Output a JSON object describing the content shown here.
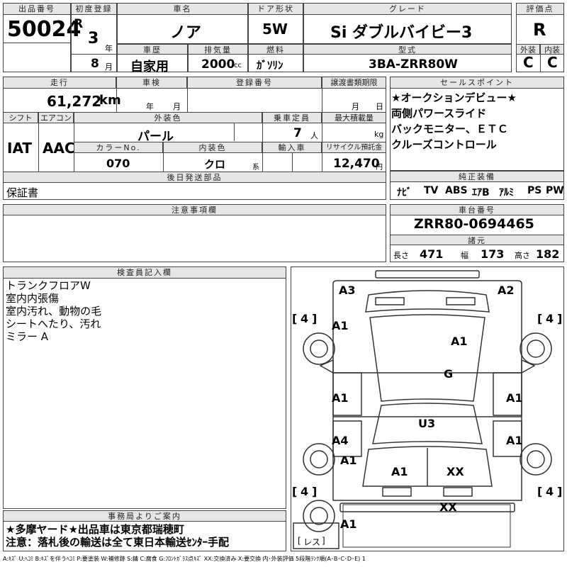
{
  "top": {
    "lot_label": "出品番号",
    "lot": "50024",
    "first_reg_label": "初度登録",
    "era": "R",
    "year": "3",
    "year_unit": "年",
    "month": "8",
    "month_unit": "月",
    "car_name_label": "車名",
    "car_name": "ノア",
    "door_label": "ドア形状",
    "door": "5W",
    "grade_label": "グレード",
    "grade": "Si ダブルバイビー3",
    "score_label": "評価点",
    "score": "R",
    "history_label": "車歴",
    "history": "自家用",
    "displacement_label": "排気量",
    "displacement": "2000",
    "displacement_unit": "cc",
    "fuel_label": "燃料",
    "fuel": "ｶﾞｿﾘﾝ",
    "model_label": "型式",
    "model": "3BA-ZRR80W",
    "ext_label": "外装",
    "ext": "C",
    "int_label": "内装",
    "int": "C"
  },
  "mid": {
    "mileage_label": "走行",
    "mileage": "61,272",
    "mileage_unit": "km",
    "inspection_label": "車検",
    "insp_year_unit": "年",
    "insp_month_unit": "月",
    "plate_label": "登録番号",
    "transfer_label": "譲渡書類期限",
    "transfer_month_unit": "月",
    "transfer_day_unit": "日",
    "shift_label": "シフト",
    "shift": "IAT",
    "ac_label": "エアコン",
    "ac": "AAC",
    "exterior_color_label": "外装色",
    "exterior_color": "パール",
    "capacity_label": "乗車定員",
    "capacity": "7",
    "capacity_unit": "人",
    "max_load_label": "最大積載量",
    "max_load_unit": "kg",
    "color_no_label": "カラーNo.",
    "color_no": "070",
    "interior_color_label": "内装色",
    "interior_color": "クロ",
    "interior_color_unit": "系",
    "import_label": "輸入車",
    "recycle_label": "リサイクル預託金",
    "recycle": "12,470",
    "recycle_unit": "円",
    "later_parts_label": "後日発送部品",
    "later_parts": "保証書"
  },
  "sales": {
    "label": "セールスポイント",
    "lines": [
      "★オークションデビュー★",
      "両側パワースライド",
      "バックモニター、ＥＴＣ",
      "クルーズコントロール"
    ]
  },
  "equipment": {
    "label": "純正装備",
    "items": [
      "ﾅﾋﾞ",
      "TV",
      "ABS",
      "ｴｱB",
      "ｱﾙﾐ",
      "PS",
      "PW"
    ]
  },
  "notes_label": "注意事項欄",
  "chassis": {
    "label": "車台番号",
    "number": "ZRR80-0694465",
    "spec_label": "諸元",
    "length_label": "長さ",
    "length": "471",
    "width_label": "幅",
    "width": "173",
    "height_label": "高さ",
    "height": "182"
  },
  "inspector": {
    "label": "検査員記入欄",
    "lines": [
      "トランクフロアW",
      "室内内張傷",
      "室内汚れ、動物の毛",
      "シートへたり、汚れ",
      "ミラー A"
    ]
  },
  "office": {
    "label": "事務局よりご案内",
    "lines": [
      "★多摩ヤード★出品車は東京都瑞穂町",
      "注意：落札後の輸送は全て東日本輸送ｾﾝﾀｰ手配"
    ]
  },
  "diagram": {
    "marks": {
      "a3": "A3",
      "a2": "A2",
      "a1_left_top": "A1",
      "a1_roof": "A1",
      "g": "G",
      "a1_left_mid": "A1",
      "a1_right_mid": "A1",
      "u3": "U3",
      "a4": "A4",
      "a1_right_low": "A1",
      "a1_left_low": "A1",
      "a1_hood": "A1",
      "xx_hood": "XX",
      "xx_front": "XX",
      "a1_bottom": "A1"
    },
    "tires": {
      "rear_left": "4",
      "rear_right": "4",
      "front_left": "4",
      "front_right": "4"
    },
    "spare": "レス"
  },
  "legend": "A:ｷｽﾞ U:ﾍｺﾐ B:ｷｽﾞを伴うﾍｺﾐ P:要塗装 W:補修跡 S:錆 C:腐食 G:ﾌﾛﾝﾄｶﾞﾗｽ点ｷｽﾞ XX:交換済み X:要交換 内･外装評価 5段階ﾗﾝｸ順(A･B･C･D･E) 1"
}
